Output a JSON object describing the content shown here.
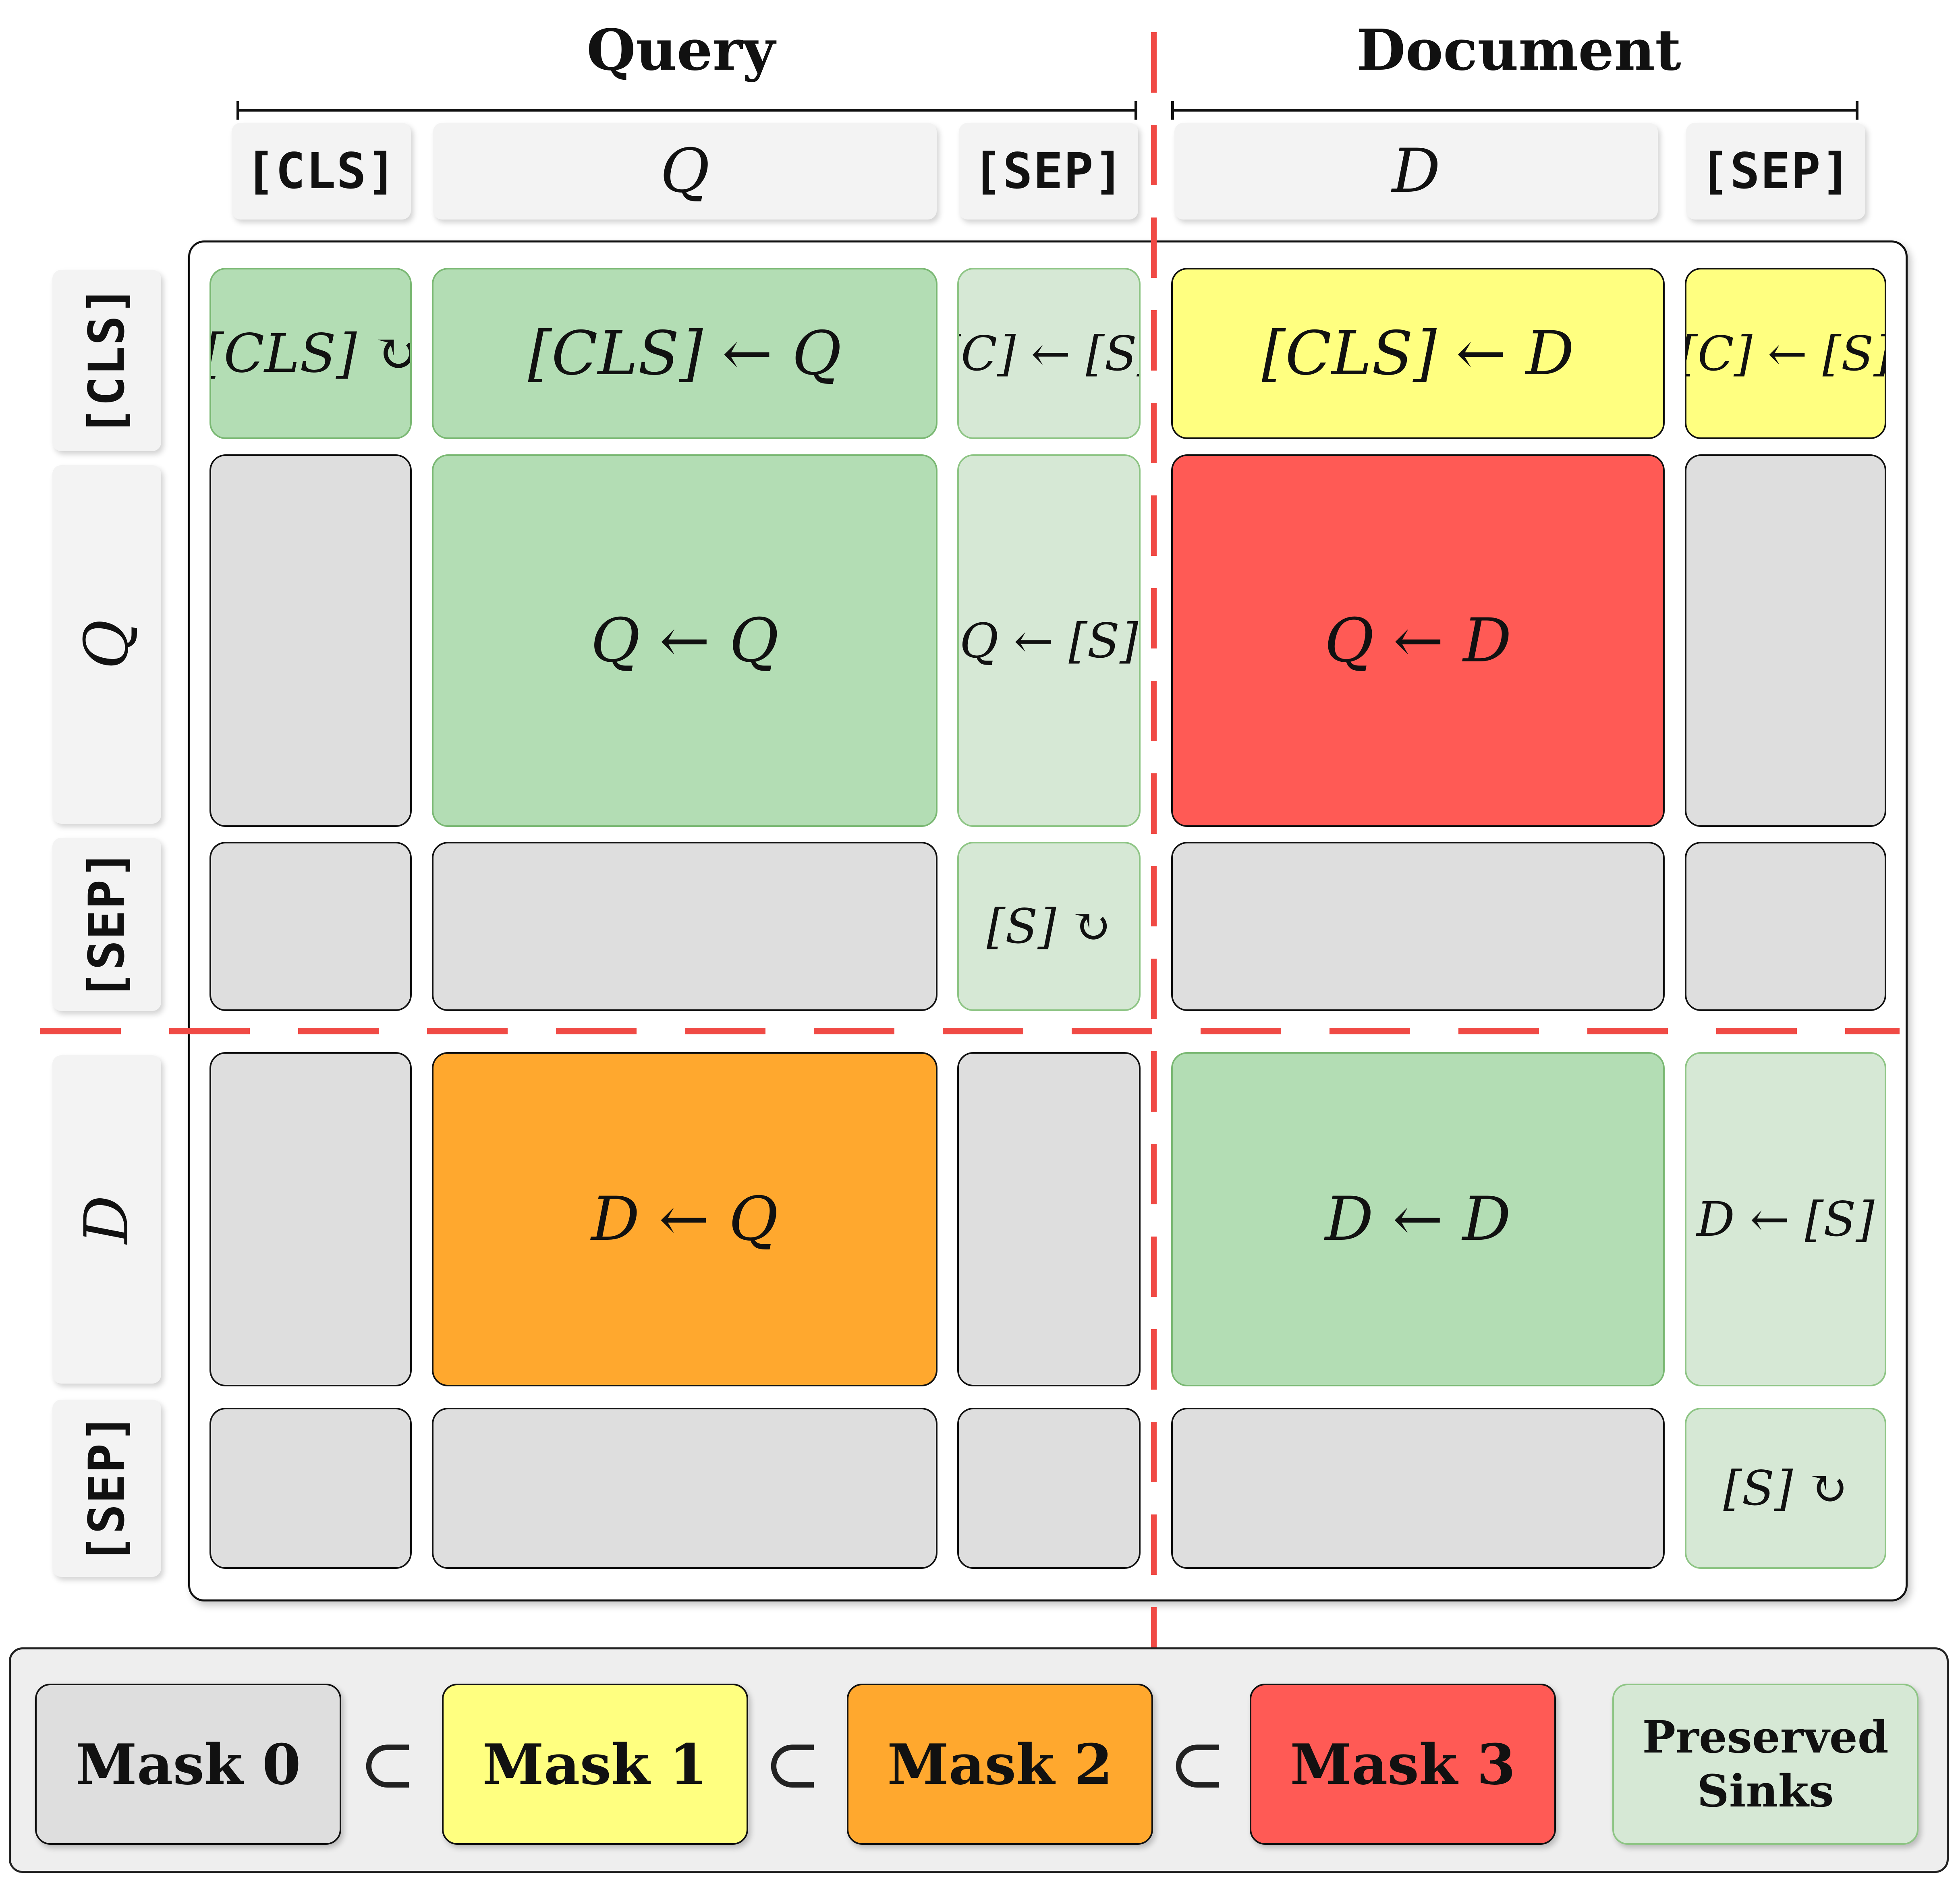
{
  "sections": {
    "query": "Query",
    "document": "Document"
  },
  "column_headers": [
    "[CLS]",
    "Q",
    "[SEP]",
    "D",
    "[SEP]"
  ],
  "row_headers": [
    "[CLS]",
    "Q",
    "[SEP]",
    "D",
    "[SEP]"
  ],
  "cells": {
    "cls_cls": "[CLS] ↻",
    "cls_q": "[CLS] ← Q",
    "cls_sep1": "[C] ← [S]",
    "cls_d": "[CLS] ← D",
    "cls_sep2": "[C] ← [S]",
    "q_q": "Q ← Q",
    "q_sep1": "Q ← [S]",
    "q_d": "Q ← D",
    "sep1_sep1": "[S] ↻",
    "d_q": "D ← Q",
    "d_d": "D ← D",
    "d_sep2": "D ← [S]",
    "sep2_sep2": "[S] ↻"
  },
  "legend": {
    "mask0": "Mask 0",
    "mask1": "Mask 1",
    "mask2": "Mask 2",
    "mask3": "Mask 3",
    "subset": "⊂",
    "sinks_line1": "Preserved",
    "sinks_line2": "Sinks"
  },
  "colors": {
    "mask0": "#dedede",
    "mask1": "#ffff80",
    "mask2": "#ffa82e",
    "mask3": "#ff5a55",
    "attention_kept": "#b3ddb4",
    "preserved_sinks": "#d6e8d5",
    "split_line": "#f04a45"
  }
}
